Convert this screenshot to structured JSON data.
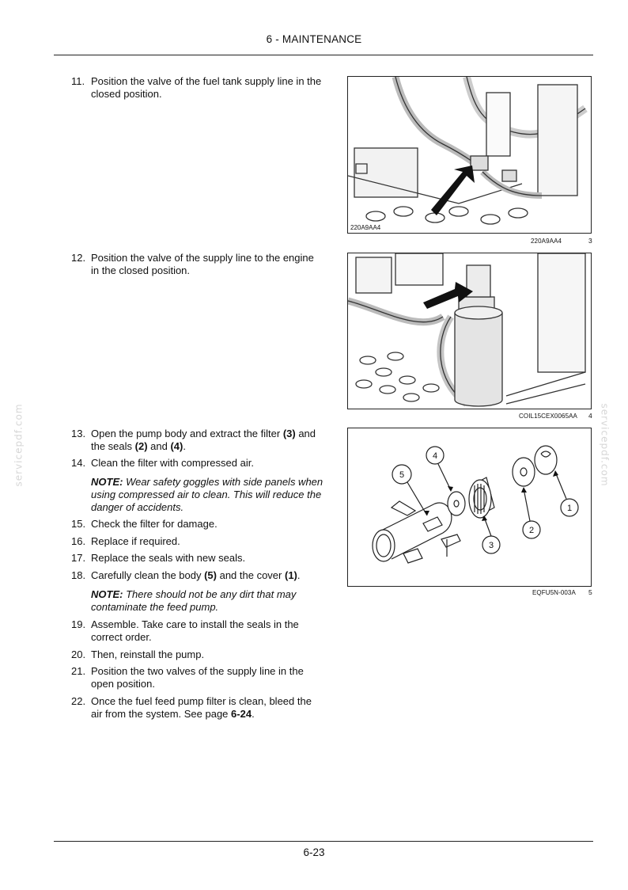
{
  "header": {
    "title": "6 - MAINTENANCE"
  },
  "footer": {
    "page": "6-23"
  },
  "watermark": "servicepdf.com",
  "steps": [
    {
      "num": "11.",
      "text": "Position the valve of the fuel tank supply line in the closed position."
    },
    {
      "num": "12.",
      "text": "Position the valve of the supply line to the engine in the closed position."
    },
    {
      "num": "13.",
      "pre": "Open the pump body and extract the filter ",
      "b1": "(3)",
      "mid": " and the seals ",
      "b2": "(2)",
      "and": " and ",
      "b3": "(4)",
      "end": "."
    },
    {
      "num": "14.",
      "text": "Clean the filter with compressed air."
    },
    {
      "num": "15.",
      "text": "Check the filter for damage."
    },
    {
      "num": "16.",
      "text": "Replace if required."
    },
    {
      "num": "17.",
      "text": "Replace the seals with new seals."
    },
    {
      "num": "18.",
      "pre": "Carefully clean the body ",
      "b1": "(5)",
      "mid": " and the cover ",
      "b2": "(1)",
      "end": "."
    },
    {
      "num": "19.",
      "text": "Assemble. Take care to install the seals in the correct order."
    },
    {
      "num": "20.",
      "text": "Then, reinstall the pump."
    },
    {
      "num": "21.",
      "text": "Position the two valves of the supply line in the open position."
    },
    {
      "num": "22.",
      "pre": "Once the fuel feed pump filter is clean, bleed the air from the system. See page ",
      "b1": "6-24",
      "end": "."
    }
  ],
  "notes": [
    {
      "label": "NOTE:",
      "text": " Wear safety goggles with side panels when using compressed air to clean. This will reduce the danger of accidents."
    },
    {
      "label": "NOTE:",
      "text": " There should not be any dirt that may contaminate the feed pump."
    }
  ],
  "figures": [
    {
      "inner_id": "220A9AA4",
      "id": "220A9AA4",
      "num": "3"
    },
    {
      "id": "COIL15CEX0065AA",
      "num": "4"
    },
    {
      "id": "EQFU5N-003A",
      "num": "5",
      "callouts": [
        "1",
        "2",
        "3",
        "4",
        "5"
      ]
    }
  ]
}
